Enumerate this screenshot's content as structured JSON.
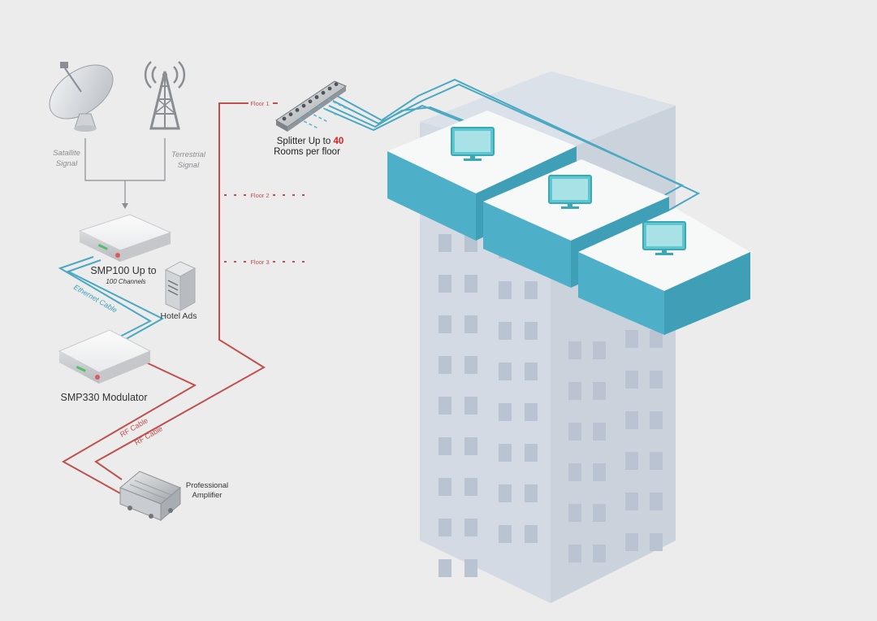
{
  "labels": {
    "satellite_line1": "Satallite",
    "satellite_line2": "Signal",
    "terrestrial_line1": "Terrestrial",
    "terrestrial_line2": "Signal",
    "smp100_main": "SMP100 Up to",
    "smp100_sub": "100 Channels",
    "ethernet_cable": "Ethernet Cable",
    "hotel_ads": "Hotel Ads",
    "smp330": "SMP330 Modulator",
    "rf_cable_1": "RF Cable",
    "rf_cable_2": "RF Cable",
    "amp_line1": "Professional",
    "amp_line2": "Amplifier",
    "floor1": "Floor 1",
    "floor2": "Floor 2",
    "floor3": "Floor 3",
    "splitter_prefix": "Splitter Up to ",
    "splitter_count": "40",
    "splitter_line2": "Rooms per floor"
  },
  "colors": {
    "background": "#ececec",
    "building": "#d3dae3",
    "building_window": "#b9c3d1",
    "room_top": "#f7f8f8",
    "room_side": "#4db0c8",
    "ethernet": "#4aa8c2",
    "rf": "#c0504d",
    "accent_red": "#e02020"
  },
  "icons": [
    "satellite-dish-icon",
    "antenna-tower-icon",
    "server-icon",
    "tv-icon",
    "amplifier-icon",
    "splitter-icon"
  ]
}
